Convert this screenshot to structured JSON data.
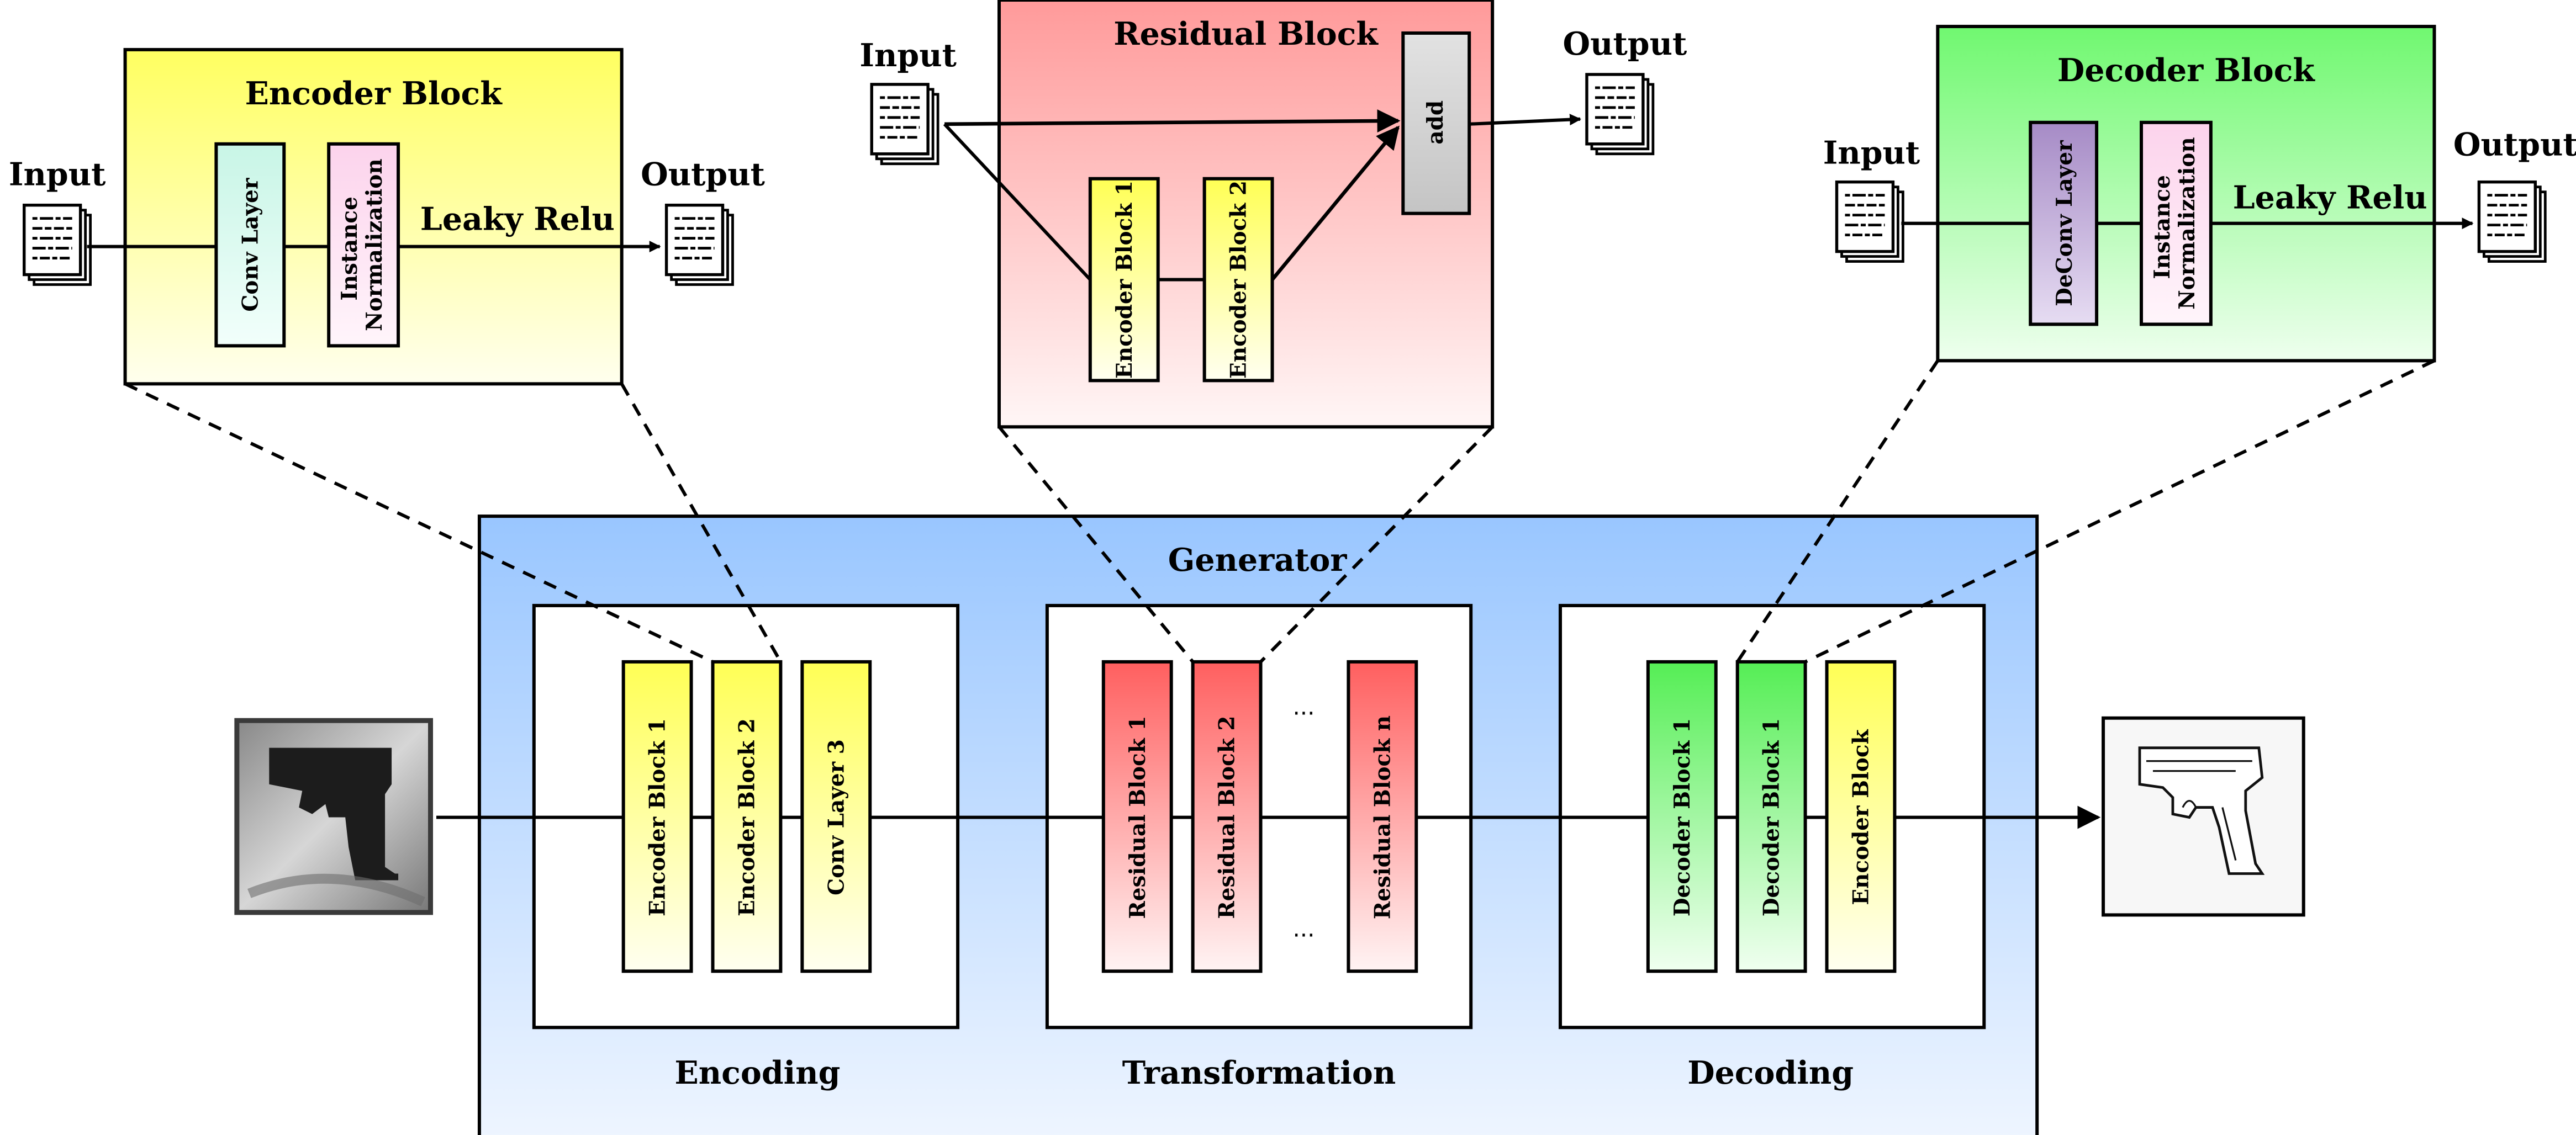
{
  "encoder_detail": {
    "title": "Encoder Block",
    "input_label": "Input",
    "output_label": "Output",
    "layers": [
      {
        "label": "Conv Layer",
        "color": "#d9f7ec"
      },
      {
        "label_lines": [
          "Instance",
          "Normalization"
        ],
        "color": "#fde3f2"
      }
    ],
    "activation": "Leaky Relu"
  },
  "residual_detail": {
    "title": "Residual Block",
    "input_label": "Input",
    "output_label": "Output",
    "blocks": [
      "Encoder Block 1",
      "Encoder Block 2"
    ],
    "add_label": "add"
  },
  "decoder_detail": {
    "title": "Decoder Block",
    "input_label": "Input",
    "output_label": "Output",
    "layers": [
      {
        "label": "DeConv Layer",
        "color": "#b8a0d2"
      },
      {
        "label_lines": [
          "Instance",
          "Normalization"
        ],
        "color": "#fde3f2"
      }
    ],
    "activation": "Leaky Relu"
  },
  "generator": {
    "title": "Generator",
    "stages": [
      {
        "name": "Encoding",
        "blocks": [
          "Encoder Block 1",
          "Encoder Block 2",
          "Conv Layer 3"
        ],
        "type": "encoder"
      },
      {
        "name": "Transformation",
        "blocks": [
          "Residual Block 1",
          "Residual Block 2",
          "Residual Block n"
        ],
        "ellipsis": "...",
        "type": "residual"
      },
      {
        "name": "Decoding",
        "blocks": [
          "Decoder Block 1",
          "Decoder Block 1",
          "Encoder Block"
        ],
        "type": "decoder"
      }
    ]
  },
  "images": {
    "input": "photo of a handgun",
    "output": "sketch of a handgun"
  },
  "colors": {
    "encoder_yellow": "#ffff6e",
    "residual_red": "#ff6b6b",
    "decoder_green": "#6ef56e",
    "generator_blue": "#9cc8ff",
    "encoder_panel": "#ffff80",
    "residual_panel": "#ff9f9f",
    "decoder_panel": "#80f880"
  }
}
